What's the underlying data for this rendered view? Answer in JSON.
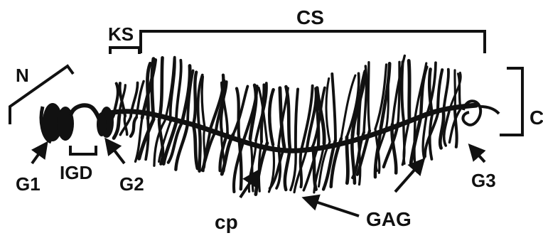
{
  "labels": {
    "n": "N",
    "ks": "KS",
    "cs": "CS",
    "c": "C",
    "g1": "G1",
    "igd": "IGD",
    "g2": "G2",
    "g3": "G3",
    "cp": "cp",
    "gag": "GAG"
  },
  "colors": {
    "ink": "#111111",
    "background": "#ffffff"
  }
}
